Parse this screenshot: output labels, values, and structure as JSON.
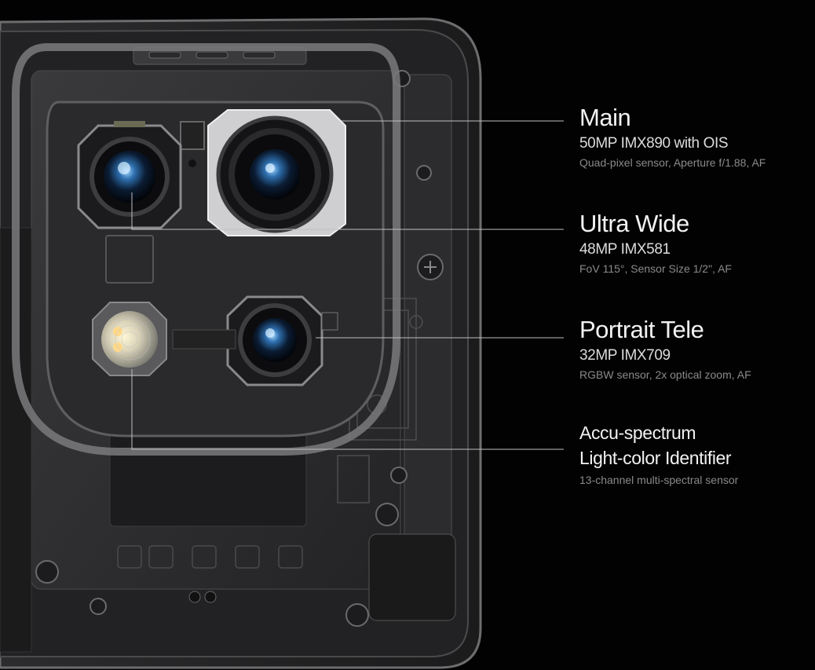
{
  "colors": {
    "background": "#020202",
    "heading_text": "#f2f2f2",
    "sensor_text": "#dcdcdc",
    "detail_text": "#8a8a8a",
    "callout_line": "#bfbfbf"
  },
  "cameras": [
    {
      "title": "Main",
      "sensor": "50MP IMX890 with OIS",
      "detail": "Quad-pixel sensor, Aperture f/1.88, AF"
    },
    {
      "title": "Ultra Wide",
      "sensor": "48MP IMX581",
      "detail": "FoV 115°, Sensor Size 1/2\", AF"
    },
    {
      "title": "Portrait Tele",
      "sensor": "32MP IMX709",
      "detail": "RGBW sensor, 2x optical zoom, AF"
    },
    {
      "title_line1": "Accu-spectrum",
      "title_line2": "Light-color Identifier",
      "detail": "13-channel multi-spectral sensor"
    }
  ],
  "icons": [
    "main-camera-lens-icon",
    "ultra-wide-lens-icon",
    "tele-lens-icon",
    "flash-icon"
  ]
}
